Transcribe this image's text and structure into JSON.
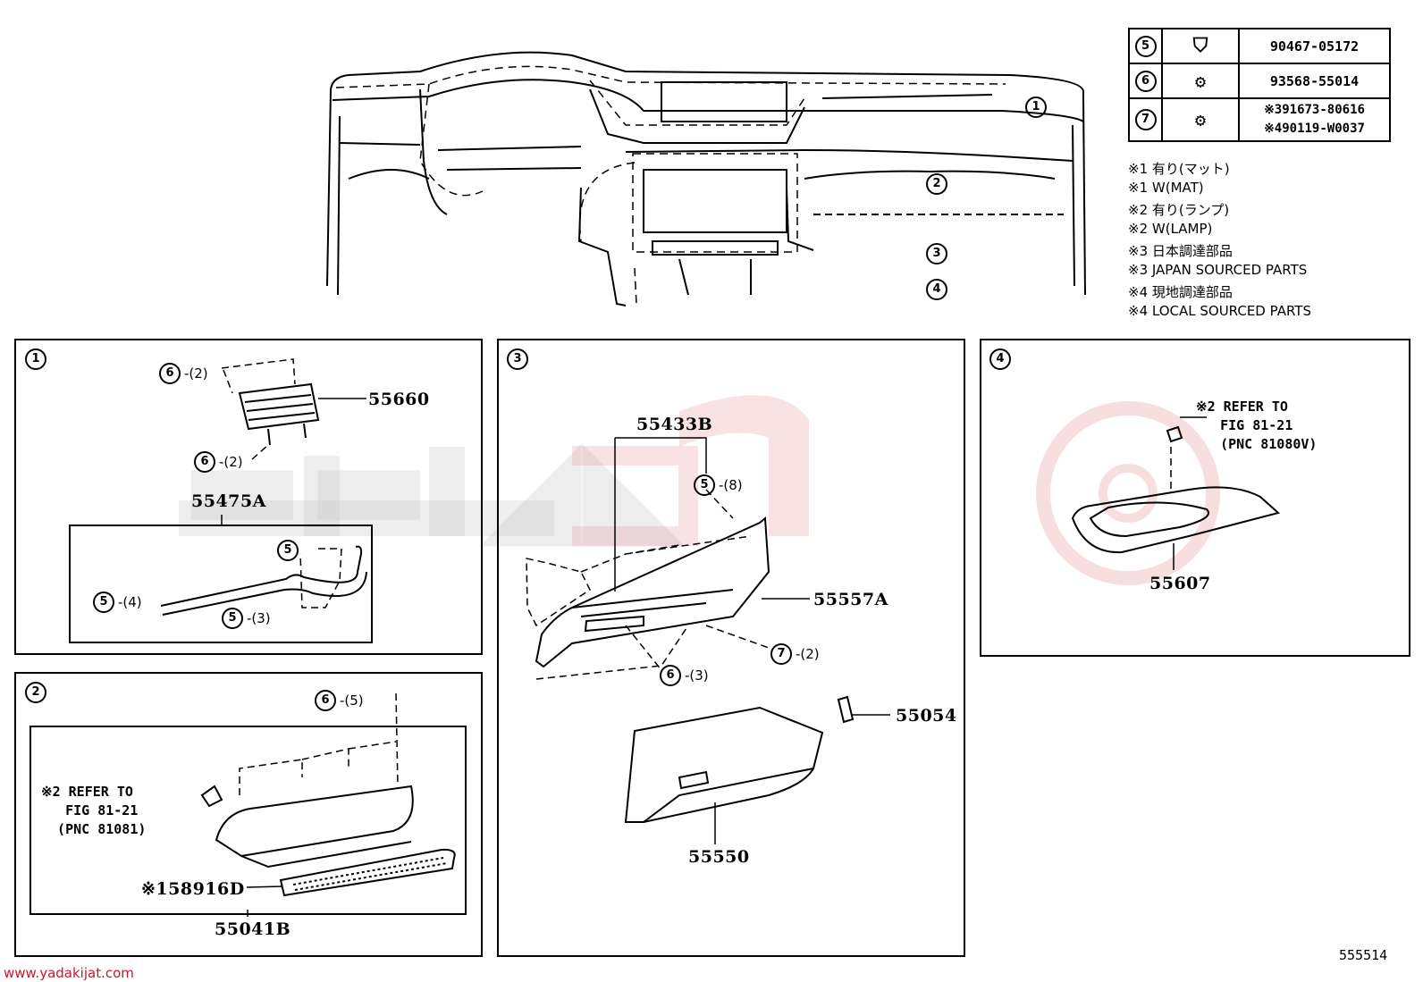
{
  "diagram_code": "555514",
  "website": "www.yadakijat.com",
  "fastener_table": [
    {
      "ref": "5",
      "icon": "clip-icon",
      "part": "90467-05172"
    },
    {
      "ref": "6",
      "icon": "bolt-icon",
      "part": "93568-55014"
    },
    {
      "ref": "7",
      "icon": "screw-icon",
      "part": "※391673-80616\n※490119-W0037"
    }
  ],
  "notes": [
    "※1 有り(マット)",
    "※1 W(MAT)",
    "※2 有り(ランプ)",
    "※2 W(LAMP)",
    "※3 日本調達部品",
    "※3 JAPAN SOURCED PARTS",
    "※4 現地調達部品",
    "※4 LOCAL SOURCED PARTS"
  ],
  "overview_callouts": [
    "1",
    "2",
    "3",
    "4"
  ],
  "panels": {
    "p1": {
      "index": "1",
      "parts": {
        "p55660": "55660",
        "p55475A": "55475A"
      },
      "qty": {
        "q6a": "6",
        "q6a_n": "-(2)",
        "q6b": "6",
        "q6b_n": "-(2)",
        "q5a": "5",
        "q5b": "5",
        "q5b_n": "-(4)",
        "q5c": "5",
        "q5c_n": "-(3)"
      }
    },
    "p2": {
      "index": "2",
      "parts": {
        "p55041B": "55041B",
        "p58916D": "※158916D"
      },
      "qty": {
        "q6": "6",
        "q6_n": "-(5)"
      },
      "refer": "※2 REFER TO\n   FIG 81-21\n  (PNC 81081)"
    },
    "p3": {
      "index": "3",
      "parts": {
        "p55433B": "55433B",
        "p55557A": "55557A",
        "p55054": "55054",
        "p55550": "55550"
      },
      "qty": {
        "q5": "5",
        "q5_n": "-(8)",
        "q7": "7",
        "q7_n": "-(2)",
        "q6": "6",
        "q6_n": "-(3)"
      }
    },
    "p4": {
      "index": "4",
      "parts": {
        "p55607": "55607"
      },
      "refer": "※2 REFER TO\n   FIG 81-21\n   (PNC 81080V)"
    }
  },
  "colors": {
    "line": "#000000",
    "watermark_red": "#e8a0a4",
    "watermark_gray": "#c8c8c8"
  }
}
